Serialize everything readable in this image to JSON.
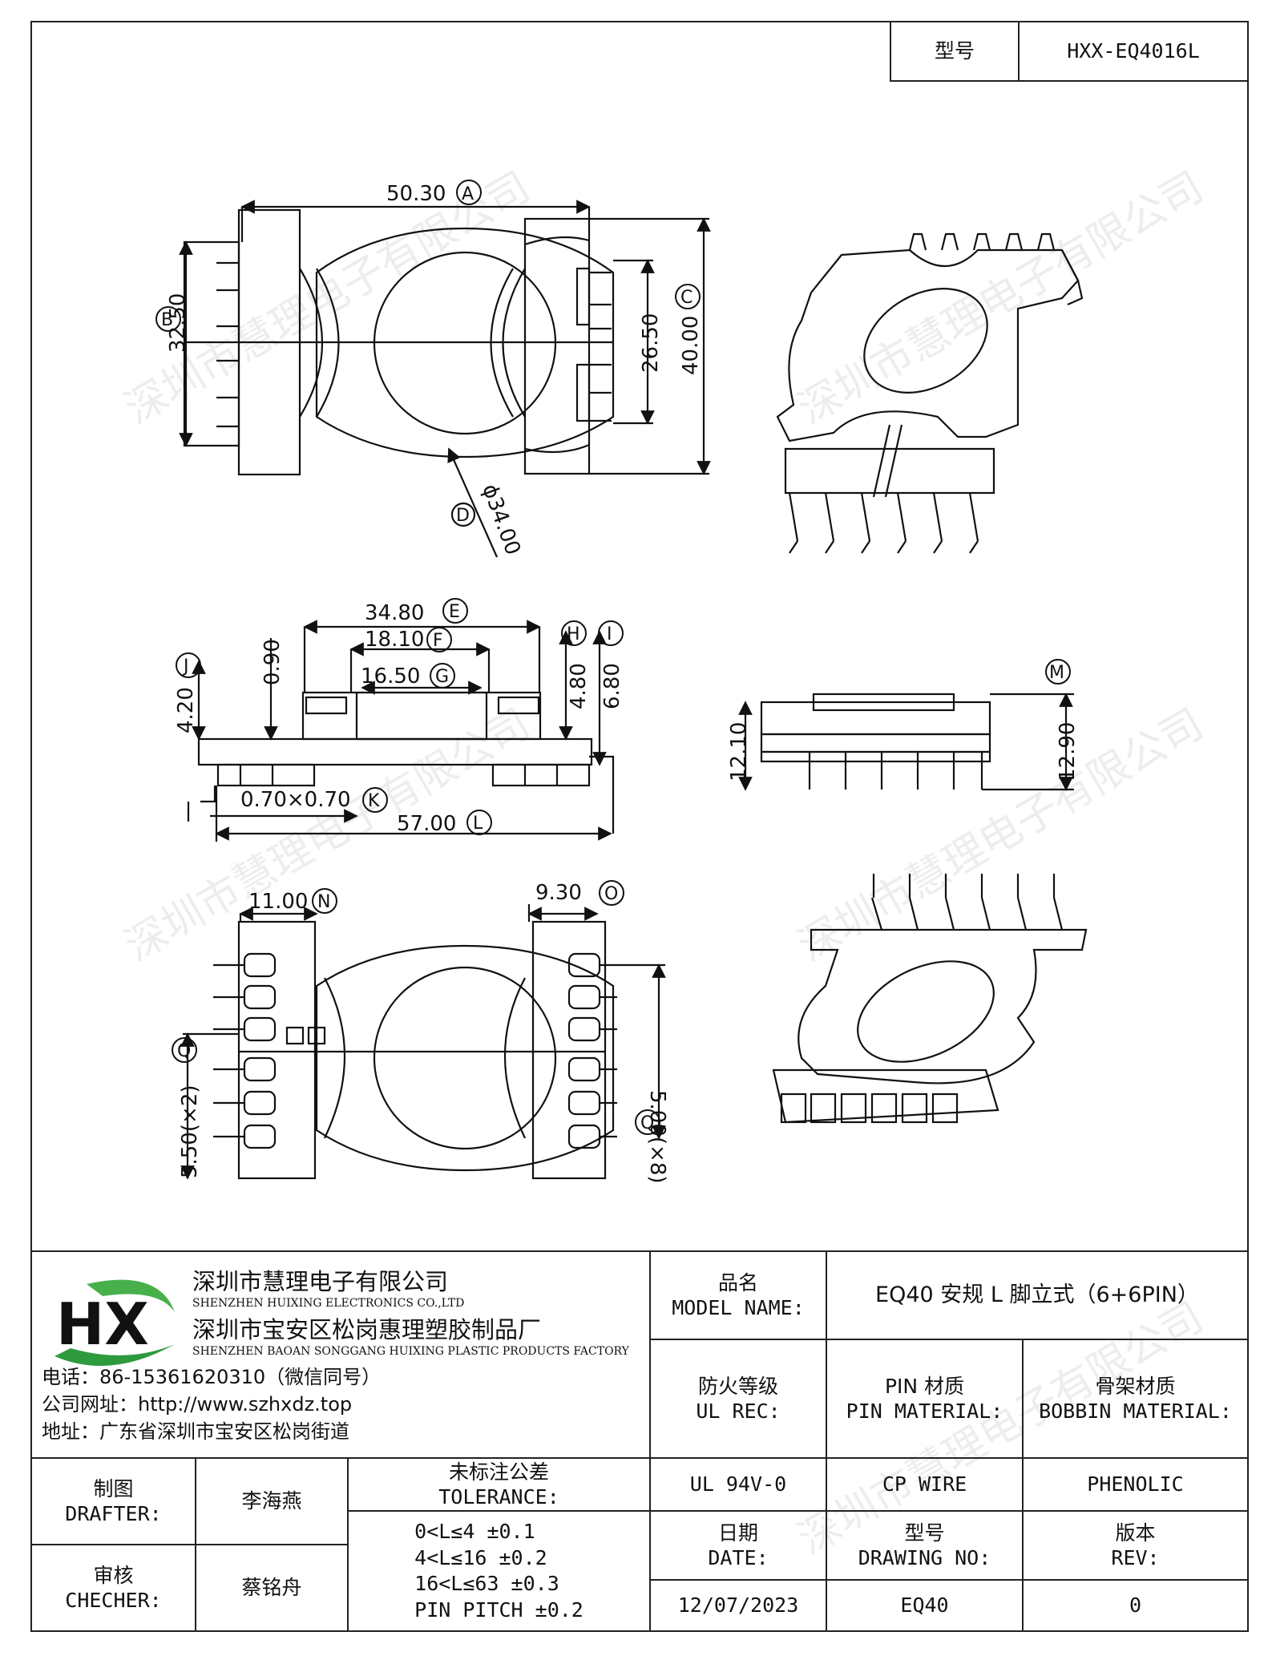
{
  "model_box": {
    "label": "型号",
    "value": "HXX-EQ4016L"
  },
  "watermark": "深圳市慧理电子有限公司",
  "dimensions": {
    "top_view": [
      "50.30",
      "A",
      "32.50",
      "B",
      "26.50",
      "40.00",
      "C",
      "ϕ34.00",
      "D"
    ],
    "side_view": [
      "34.80",
      "E",
      "18.10",
      "F",
      "16.50",
      "G",
      "H",
      "I",
      "J",
      "0.90",
      "4.20",
      "4.80",
      "6.80",
      "0.70×0.70",
      "K",
      "57.00",
      "L"
    ],
    "end_view": [
      "M",
      "12.10",
      "12.90"
    ],
    "bottom_view": [
      "11.00",
      "N",
      "9.30",
      "O",
      "Q",
      "5.50(×2)",
      "5.00(×8)",
      "Q"
    ]
  },
  "company": {
    "logo_text": "HX",
    "name_cn": "深圳市慧理电子有限公司",
    "name_en": "SHENZHEN HUIXING ELECTRONICS CO.,LTD",
    "factory_cn": "深圳市宝安区松岗惠理塑胶制品厂",
    "factory_en": "SHENZHEN BAOAN SONGGANG HUIXING PLASTIC PRODUCTS FACTORY",
    "phone": "电话：86-15361620310（微信同号）",
    "website": "公司网址：http://www.szhxdz.top",
    "address": "地址：广东省深圳市宝安区松岗街道"
  },
  "title_block": {
    "model_name_label_cn": "品名",
    "model_name_label_en": "MODEL NAME:",
    "model_name_value": "EQ40 安规 L 脚立式（6+6PIN）",
    "ul_label_cn": "防火等级",
    "ul_label_en": "UL REC:",
    "pin_label_cn": "PIN 材质",
    "pin_label_en": "PIN MATERIAL:",
    "bobbin_label_cn": "骨架材质",
    "bobbin_label_en": "BOBBIN MATERIAL:",
    "ul_value": "UL 94V-0",
    "pin_value": "CP WIRE",
    "bobbin_value": "PHENOLIC",
    "drafter_label_cn": "制图",
    "drafter_label_en": "DRAFTER:",
    "drafter_value": "李海燕",
    "checker_label_cn": "审核",
    "checker_label_en": "CHECHER:",
    "checker_value": "蔡铭舟",
    "tolerance_label_cn": "未标注公差",
    "tolerance_label_en": "TOLERANCE:",
    "tolerance_lines": [
      "0<L≤4  ±0.1",
      "4<L≤16 ±0.2",
      "16<L≤63 ±0.3",
      "PIN PITCH ±0.2"
    ],
    "date_label_cn": "日期",
    "date_label_en": "DATE:",
    "drawing_label_cn": "型号",
    "drawing_label_en": "DRAWING NO:",
    "rev_label_cn": "版本",
    "rev_label_en": "REV:",
    "date_value": "12/07/2023",
    "drawing_value": "EQ40",
    "rev_value": "0"
  }
}
